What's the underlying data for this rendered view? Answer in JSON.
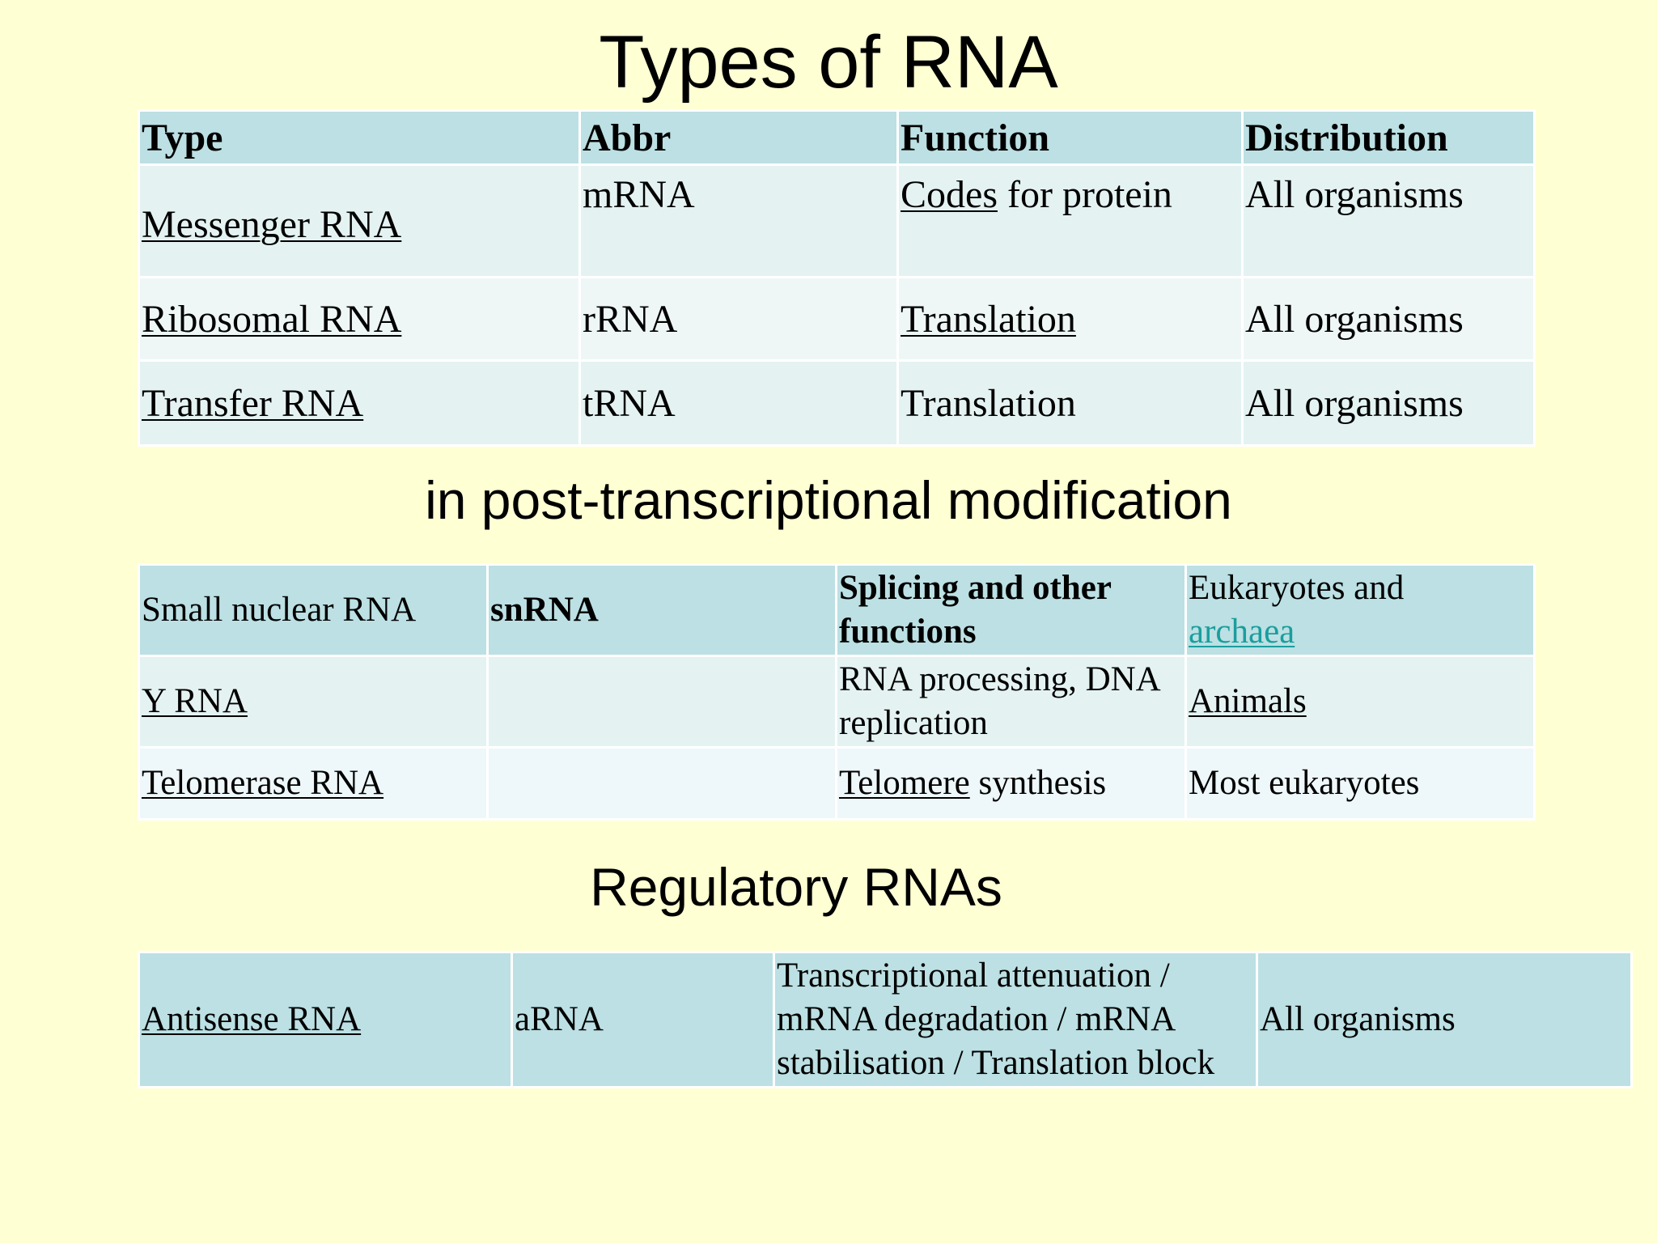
{
  "title": "Types of RNA",
  "table1": {
    "headers": [
      "Type",
      "Abbr",
      "Function",
      "Distribution"
    ],
    "rows": [
      {
        "type": "Messenger RNA",
        "abbr": "mRNA",
        "function_link": "Codes",
        "function_rest": " for protein",
        "distribution": "All organisms"
      },
      {
        "type": "Ribosomal RNA",
        "abbr": "rRNA",
        "function": "Translation",
        "distribution": "All organisms"
      },
      {
        "type": "Transfer RNA",
        "abbr": "tRNA",
        "function": "Translation",
        "distribution": "All organisms"
      }
    ]
  },
  "section2_title": "in post-transcriptional modification",
  "table2": {
    "rows": [
      {
        "type": "Small nuclear RNA",
        "abbr": "snRNA",
        "function": "Splicing and other functions",
        "distribution_text": "Eukaryotes and ",
        "distribution_link": "archaea"
      },
      {
        "type": "Y RNA",
        "abbr": "",
        "function": "RNA processing, DNA replication",
        "distribution": "Animals"
      },
      {
        "type": "Telomerase RNA",
        "abbr": "",
        "function_link": "Telomere",
        "function_rest": " synthesis",
        "distribution": "Most eukaryotes"
      }
    ]
  },
  "section3_title": "Regulatory RNAs",
  "table3": {
    "rows": [
      {
        "type": "Antisense RNA",
        "abbr": "aRNA",
        "function": "Transcriptional attenuation / mRNA degradation / mRNA stabilisation / Translation block",
        "distribution": "All organisms"
      }
    ]
  },
  "colors": {
    "background": "#ffffd4",
    "header_fill": "#bce0e3",
    "row_fill": "#e4f2f2",
    "link": "#1a9e9e"
  }
}
